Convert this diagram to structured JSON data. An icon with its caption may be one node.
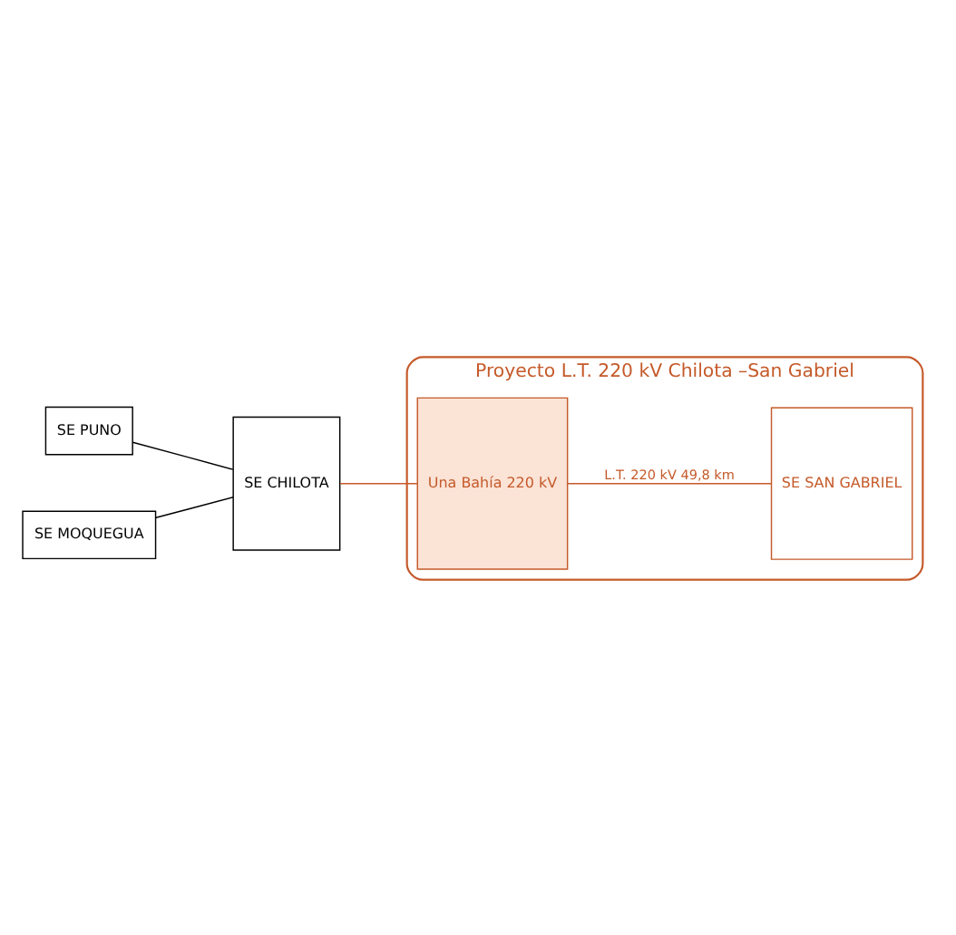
{
  "diagram": {
    "nodes": [
      {
        "text": [
          "SE PUNO"
        ]
      },
      {
        "text": [
          "SE CHILOTA"
        ]
      },
      {
        "text": [
          "SE MOQUEGUA"
        ]
      },
      {
        "text": [
          "Proyecto L.T. 220 kV Chilota –San Gabriel"
        ]
      },
      {
        "text": [
          "Una Bahía 220 kV"
        ],
        "in": 3
      },
      {
        "text": [
          "SE SAN GABRIEL"
        ],
        "in": 3
      }
    ],
    "edges": [
      {
        "from": 0,
        "to": 1,
        "arrow": "none"
      },
      {
        "from": 2,
        "to": 1,
        "arrow": "none"
      },
      {
        "from": 1,
        "to": 4,
        "arrow": "none",
        "color": "#c55a2a"
      },
      {
        "from": 4,
        "to": 5,
        "arrow": "none",
        "label": "L.T. 220 kV 49,8 km",
        "color": "#c55a2a"
      }
    ]
  }
}
